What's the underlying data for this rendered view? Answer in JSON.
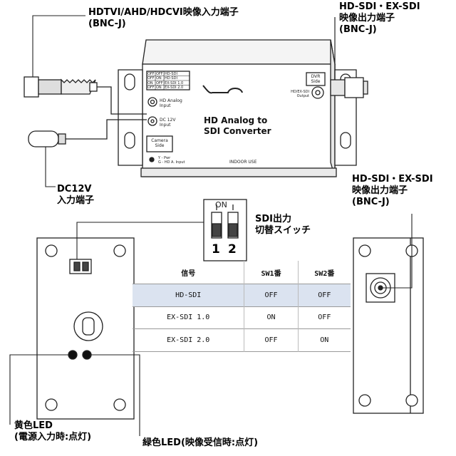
{
  "labels": {
    "input_terminal": {
      "line1": "HDTVI/AHD/HDCVI映像入力端子",
      "line2": "(BNC-J)"
    },
    "output_terminal_top": {
      "line1": "HD-SDI・EX-SDI",
      "line2": "映像出力端子",
      "line3": "(BNC-J)"
    },
    "output_terminal_right": {
      "line1": "HD-SDI・EX-SDI",
      "line2": "映像出力端子",
      "line3": "(BNC-J)"
    },
    "dc_terminal": {
      "line1": "DC12V",
      "line2": "入力端子"
    },
    "sdi_switch": {
      "line1": "SDI出力",
      "line2": "切替スイッチ"
    },
    "yellow_led": {
      "line1": "黄色LED",
      "line2": "(電源入力時:点灯)"
    },
    "green_led": {
      "line1": "緑色LED(映像受信時:点灯)"
    }
  },
  "device": {
    "title_line1": "HD Analog to",
    "title_line2": "SDI Converter",
    "hd_analog_input": {
      "line1": "HD Analog",
      "line2": "Input"
    },
    "dc_input": {
      "line1": "DC 12V",
      "line2": "Input"
    },
    "camera_side": {
      "line1": "Camera",
      "line2": "Side"
    },
    "dvr_side": {
      "line1": "DVR",
      "line2": "Side"
    },
    "sdi_output": {
      "line1": "HD/EX-SDI",
      "line2": "Output"
    },
    "led_legend": {
      "line1": "Y - Pwr",
      "line2": "G - HD A. Input"
    },
    "indoor_use": "INDOOR USE",
    "mini_table": [
      [
        "OFF",
        "OFF",
        "HD-SDI"
      ],
      [
        "OFF",
        "ON",
        "HD-SDI"
      ],
      [
        "ON",
        "OFF",
        "EX-SDI 1.0"
      ],
      [
        "OFF",
        "ON",
        "EX-SDI 2.0"
      ]
    ]
  },
  "switch": {
    "on_label": "ON",
    "num1": "1",
    "num2": "2"
  },
  "table": {
    "headers": [
      "信号",
      "SW1番",
      "SW2番"
    ],
    "rows": [
      [
        "HD-SDI",
        "OFF",
        "OFF"
      ],
      [
        "EX-SDI 1.0",
        "ON",
        "OFF"
      ],
      [
        "EX-SDI 2.0",
        "OFF",
        "ON"
      ]
    ],
    "highlight_color": "#dbe3f0"
  }
}
